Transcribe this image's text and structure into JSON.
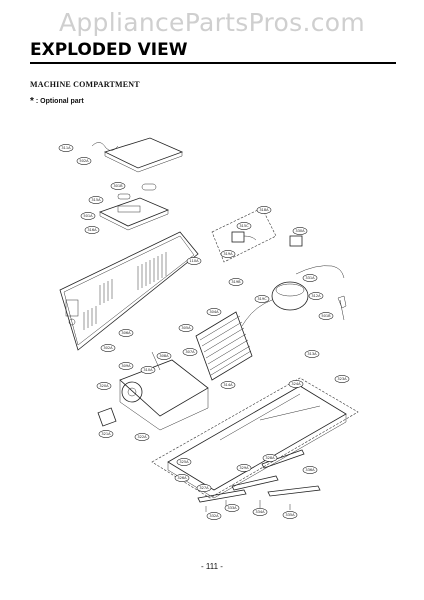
{
  "watermark": "AppliancePartsPros.com",
  "header": {
    "title": "EXPLODED VIEW"
  },
  "section": {
    "heading": "MACHINE COMPARTMENT",
    "note_symbol": "*",
    "note_text": ": Optional part"
  },
  "footer": {
    "page_number": "- 111 -"
  },
  "part_labels": [
    "311A",
    "502A",
    "301B",
    "315A",
    "501A",
    "316A",
    "318A",
    "110A",
    "315C",
    "330A",
    "319A",
    "319B",
    "319C",
    "312A",
    "501B",
    "331A",
    "304A",
    "305A",
    "306A",
    "302A",
    "307A",
    "308A",
    "309A",
    "310A",
    "313A",
    "314A",
    "320A",
    "321A",
    "322A",
    "323A",
    "324A",
    "325A",
    "326A",
    "327A",
    "328A",
    "329A",
    "332A",
    "333A",
    "334A",
    "335A",
    "336A"
  ]
}
